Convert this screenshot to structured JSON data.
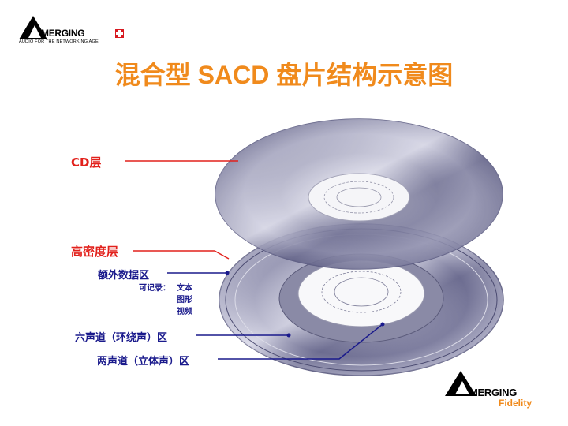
{
  "header": {
    "brand": "MERGING",
    "tagline": "AUDIO FOR THE NETWORKING AGE"
  },
  "title": "混合型 SACD 盘片结构示意图",
  "labels": {
    "cd_layer": "CD层",
    "hd_layer": "高密度层",
    "extra_data": "额外数据区",
    "recordable_label": "可记录：",
    "recordable_items": [
      "文本",
      "图形",
      "视频"
    ],
    "six_channel": "六声道（环绕声）区",
    "two_channel": "两声道（立体声）区"
  },
  "footer": {
    "brand": "MERGING",
    "sub": "Fidelity"
  },
  "colors": {
    "title": "#f08a1c",
    "red_label": "#e2211c",
    "blue_label": "#1a1a8c",
    "brand_red": "#d71920"
  }
}
